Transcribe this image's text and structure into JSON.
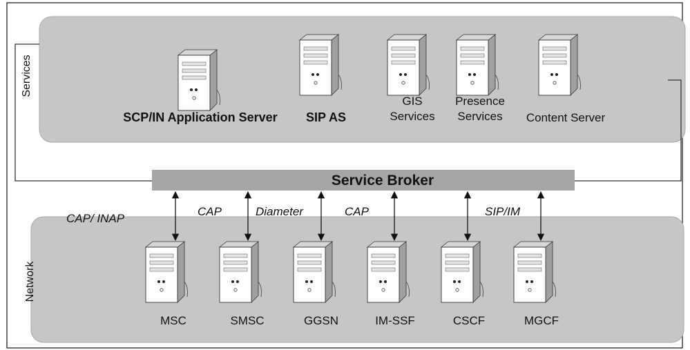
{
  "services": {
    "side_label": "Services",
    "servers": [
      {
        "label_lines": [
          "SCP/IN Application Server"
        ],
        "bold": true
      },
      {
        "label_lines": [
          "SIP AS"
        ],
        "bold": true
      },
      {
        "label_lines": [
          "GIS",
          "Services"
        ],
        "bold": false
      },
      {
        "label_lines": [
          "Presence",
          "Services"
        ],
        "bold": false
      },
      {
        "label_lines": [
          "Content Server"
        ],
        "bold": false
      }
    ]
  },
  "broker": {
    "label": "Service Broker"
  },
  "network": {
    "side_label": "Network",
    "nodes": [
      "MSC",
      "SMSC",
      "GGSN",
      "IM-SSF",
      "CSCF",
      "MGCF"
    ]
  },
  "protocols": [
    "CAP/ INAP",
    "CAP",
    "Diameter",
    "CAP",
    "SIP/IM"
  ],
  "colors": {
    "panel": "#c6c6c6",
    "panel_stroke": "#a9a9a9",
    "broker": "#a6a6a6",
    "frame": "#222222",
    "server_front": "#ffffff",
    "server_side": "#a0a0a0",
    "server_top": "#d6d6d6"
  },
  "icons": {
    "server": "server-tower-icon",
    "arrow": "double-arrow-icon"
  }
}
